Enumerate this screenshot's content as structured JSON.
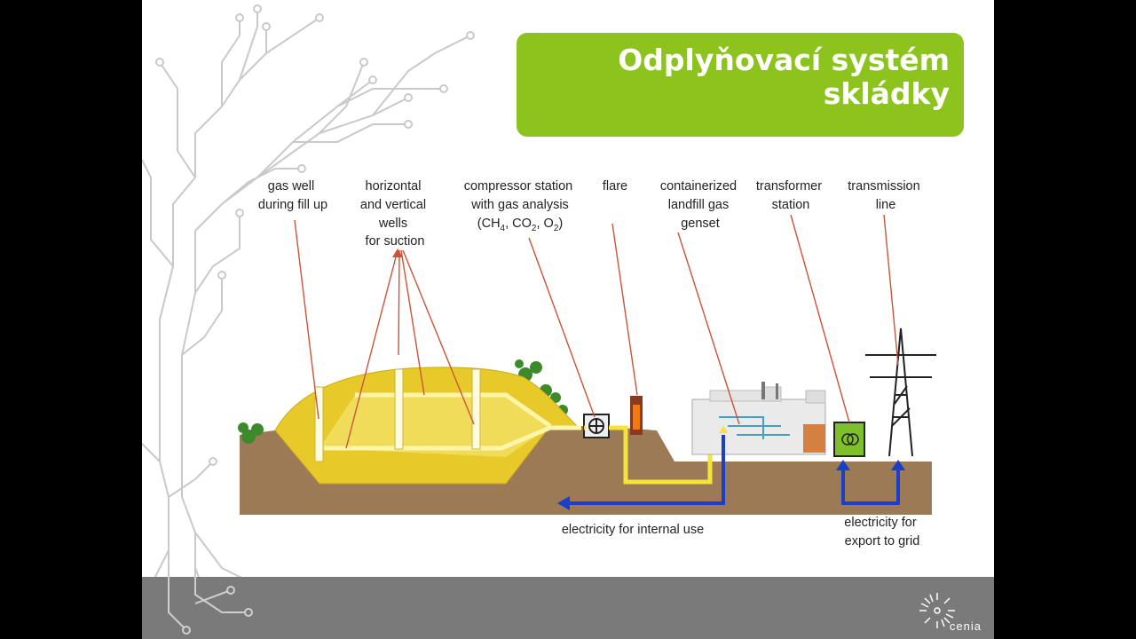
{
  "title": {
    "line1": "Odplyňovací systém",
    "line2": "skládky"
  },
  "labels": {
    "gas_well": [
      "gas well",
      "during fill up"
    ],
    "wells": [
      "horizontal",
      "and vertical",
      "wells",
      "for suction"
    ],
    "compressor": [
      "compressor station",
      "with gas analysis"
    ],
    "gas_formula": {
      "open": "(CH",
      "s1": "4",
      "mid1": ", CO",
      "s2": "2",
      "mid2": ", O",
      "s3": "2",
      "close": ")"
    },
    "flare": [
      "flare"
    ],
    "genset": [
      "containerized",
      "landfill gas",
      "genset"
    ],
    "transformer": [
      "transformer",
      "station"
    ],
    "transmission": [
      "transmission",
      "line"
    ],
    "internal_use": "electricity for internal use",
    "export": [
      "electricity for",
      "export to grid"
    ]
  },
  "logo": "cenia",
  "colors": {
    "title_bg": "#8dc31d",
    "soil": "#9b7a55",
    "landfill": "#e8c92a",
    "gas_pipe": "#f3e33c",
    "electric": "#1c3fc7",
    "leader": "#c8553a",
    "footer": "#7a7a7a"
  }
}
